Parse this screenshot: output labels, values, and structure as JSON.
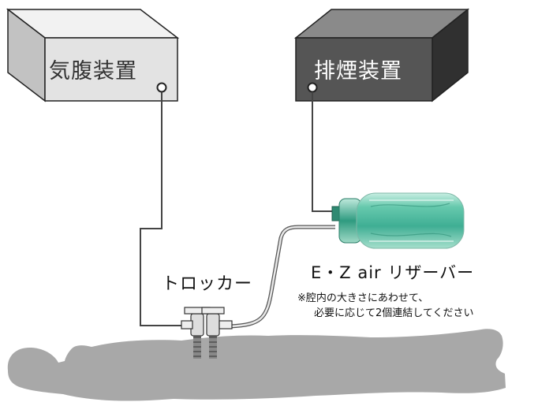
{
  "devices": {
    "insufflator_label": "気腹装置",
    "smoke_evacuator_label": "排煙装置"
  },
  "labels": {
    "trocar": "トロッカー",
    "reservoir": "E・Z air リザーバー",
    "note_line1": "※腔内の大きさにあわせて、",
    "note_line2": "必要に応じて2個連結してください"
  },
  "colors": {
    "insufflator_front": "#e6e6e6",
    "smoke_evacuator_front": "#5a5a5a",
    "reservoir_green": "#3fae94",
    "body_silhouette": "#a8a8a8",
    "tube": "#555555"
  }
}
